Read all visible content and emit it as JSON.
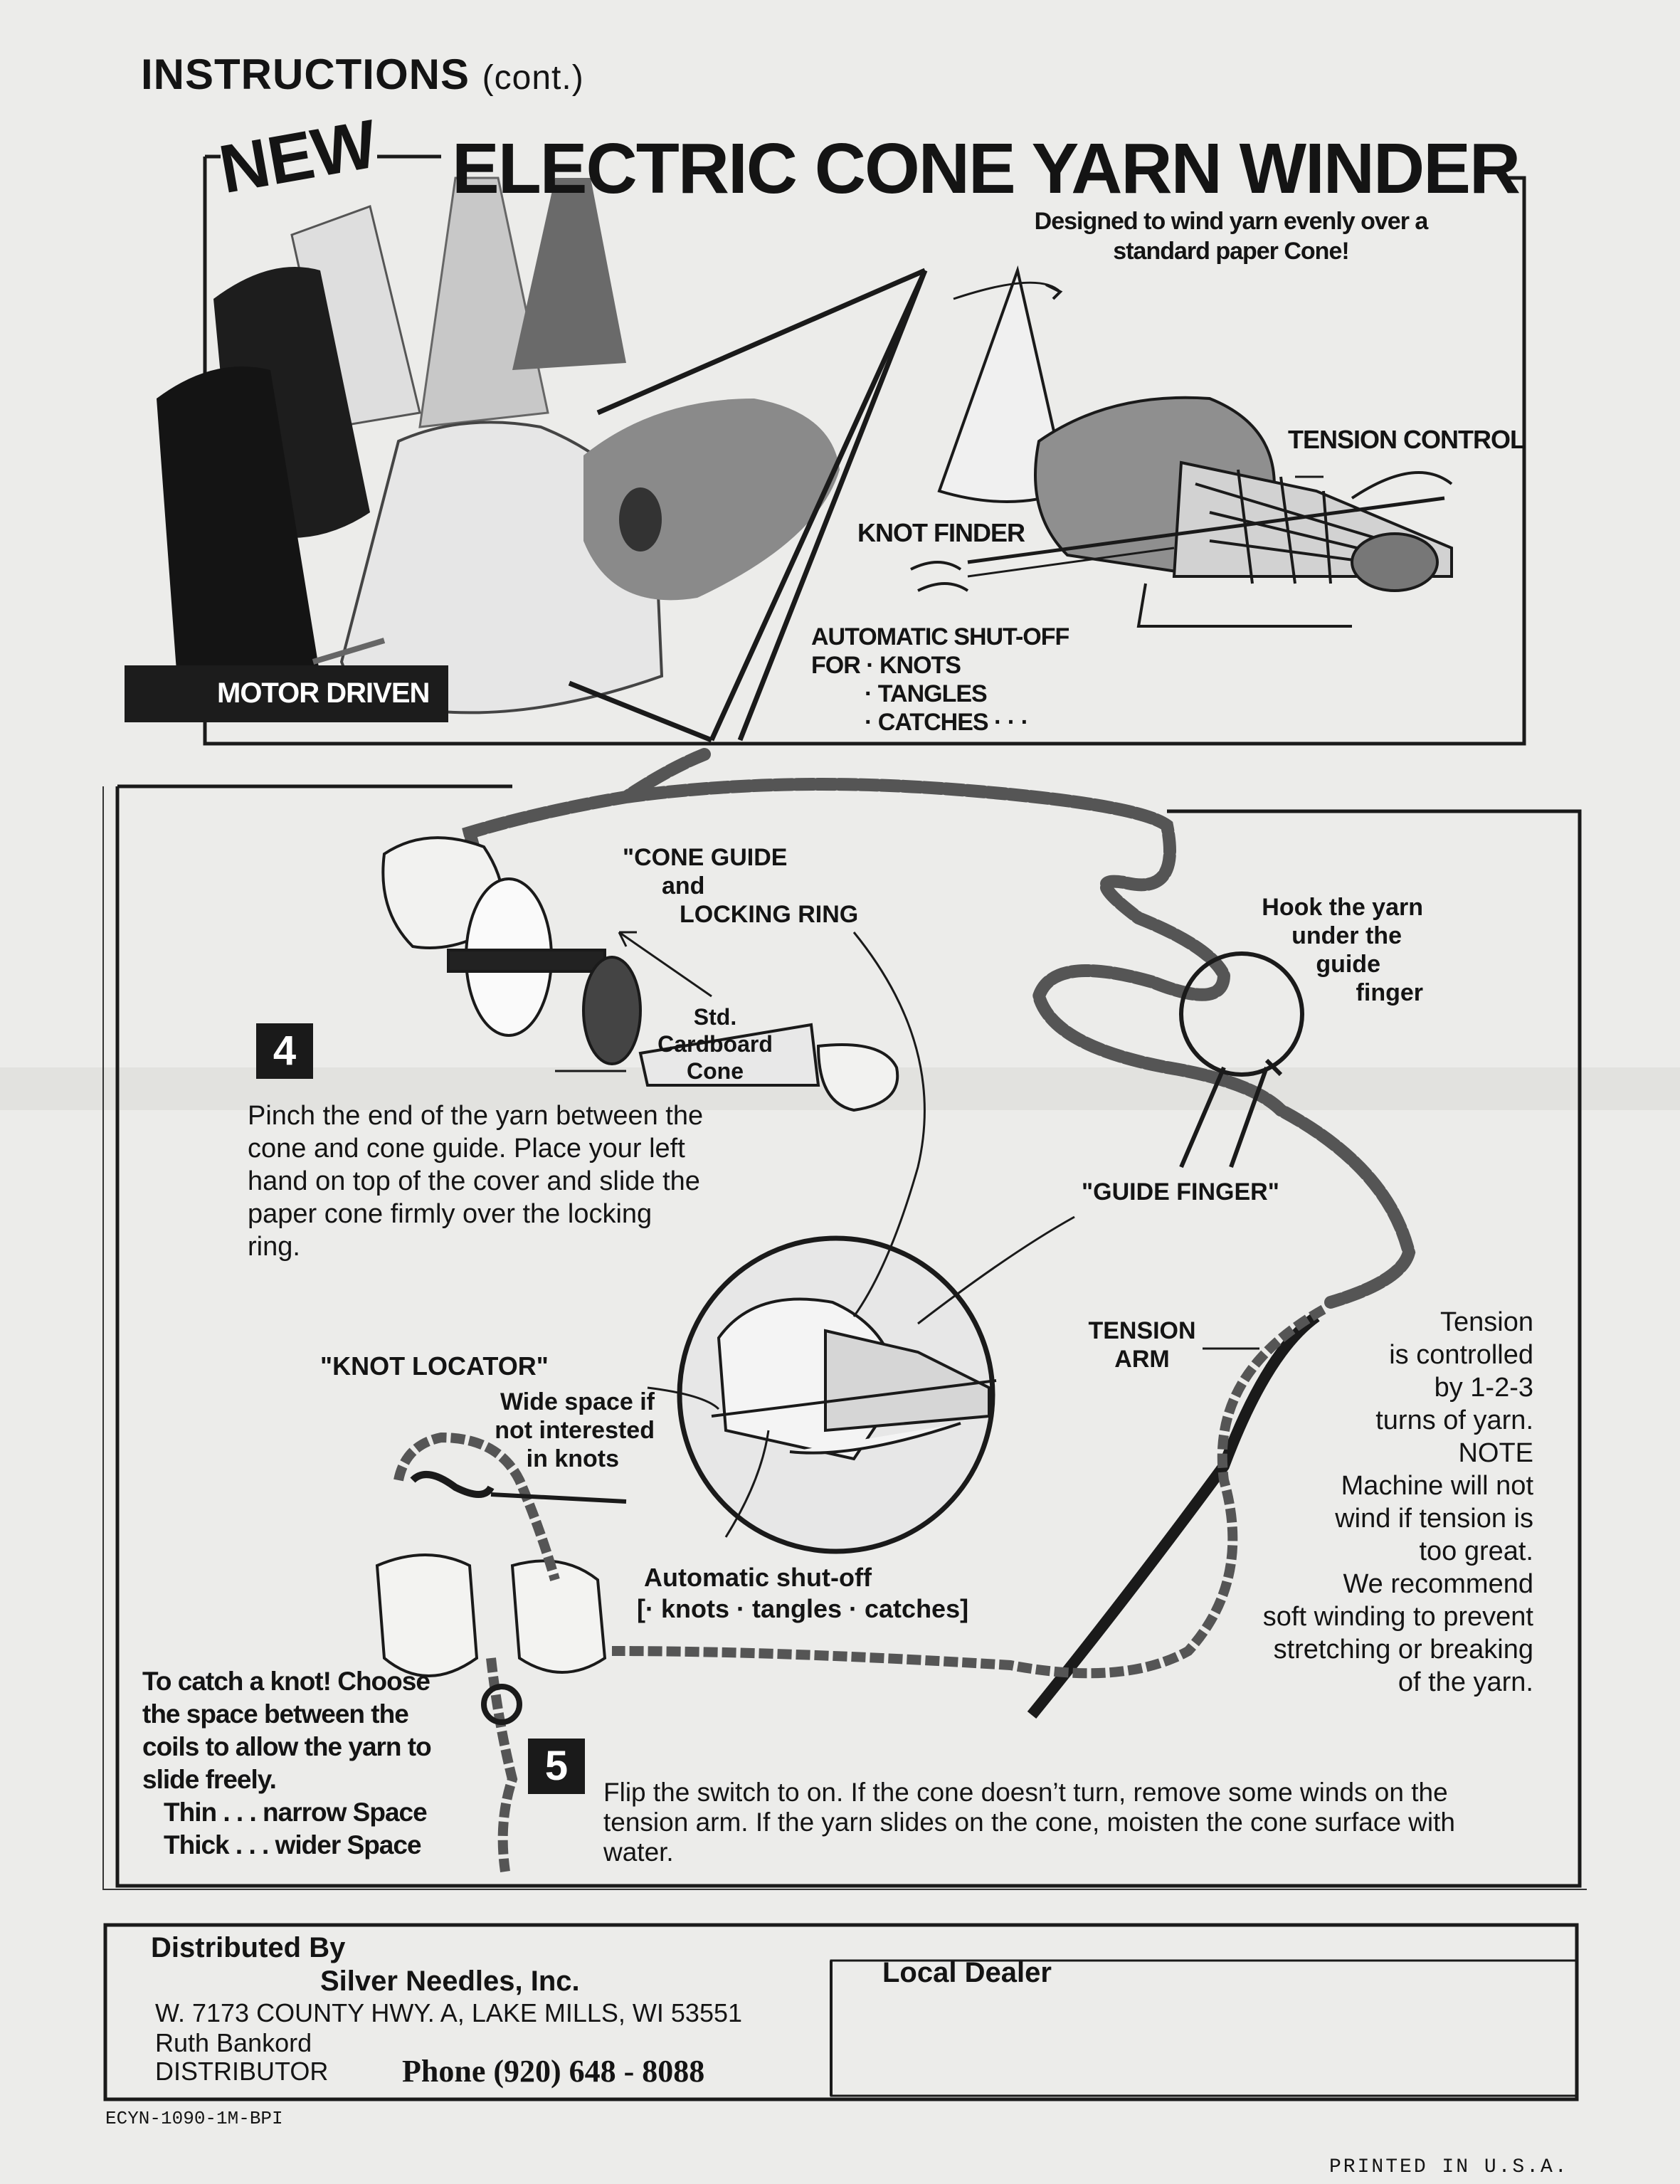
{
  "header": {
    "title": "INSTRUCTIONS",
    "title_suffix": "(cont.)"
  },
  "banner": {
    "new_label": "NEW",
    "product_title": "ELECTRIC CONE YARN WINDER",
    "subtitle_line1": "Designed to wind yarn evenly over a",
    "subtitle_line2": "standard paper Cone!",
    "motor_badge": "MOTOR DRIVEN",
    "tension_control": "TENSION CONTROL",
    "knot_finder": "KNOT FINDER",
    "shutoff_line1": "AUTOMATIC SHUT-OFF",
    "shutoff_line2": "FOR · KNOTS",
    "shutoff_line3": "· TANGLES",
    "shutoff_line4": "· CATCHES · · ·"
  },
  "diagram": {
    "cone_guide_line1": "\"CONE GUIDE",
    "cone_guide_line2": "and",
    "cone_guide_line3": "LOCKING RING",
    "std_cone_line1": "Std.",
    "std_cone_line2": "Cardboard",
    "std_cone_line3": "Cone",
    "hook_line1": "Hook the yarn",
    "hook_line2": "under the",
    "hook_line3": "guide",
    "hook_line4": "finger",
    "guide_finger": "\"GUIDE FINGER\"",
    "tension_arm_line1": "TENSION",
    "tension_arm_line2": "ARM",
    "knot_locator": "\"KNOT LOCATOR\"",
    "wide_space_line1": "Wide space if",
    "wide_space_line2": "not interested",
    "wide_space_line3": "in knots",
    "auto_shutoff_line1": "Automatic shut-off",
    "auto_shutoff_line2": "[· knots · tangles · catches]"
  },
  "step4": {
    "number": "4",
    "text_line1": "Pinch the end of the yarn between the",
    "text_line2": "cone and cone guide. Place your left",
    "text_line3": "hand on top of the cover and slide the",
    "text_line4": "paper cone firmly over the locking",
    "text_line5": "ring."
  },
  "tension_note": {
    "line1": "Tension",
    "line2": "is controlled",
    "line3": "by 1-2-3",
    "line4": "turns of yarn.",
    "line5": "NOTE",
    "line6": "Machine will not",
    "line7": "wind if tension is",
    "line8": "too great.",
    "line9": "We recommend",
    "line10": "soft winding to prevent",
    "line11": "stretching or breaking",
    "line12": "of the yarn."
  },
  "knot_tip": {
    "line1": "To catch a knot! Choose",
    "line2": "the space between the",
    "line3": "coils to allow the yarn to",
    "line4": "slide freely.",
    "line5": "Thin . . . narrow Space",
    "line6": "Thick . . . wider Space"
  },
  "step5": {
    "number": "5",
    "text_line1": "Flip the switch to on. If the cone doesn’t turn, remove some winds on the",
    "text_line2": "tension arm. If the yarn slides on the cone, moisten the cone surface with",
    "text_line3": "water."
  },
  "footer": {
    "distributed_by": "Distributed By",
    "company": "Silver Needles, Inc.",
    "address": "W. 7173 COUNTY HWY. A, LAKE MILLS, WI 53551",
    "contact": "Ruth Bankord",
    "role": "DISTRIBUTOR",
    "phone": "Phone  (920) 648 - 8088",
    "local_dealer": "Local Dealer",
    "code": "ECYN-1090-1M-BPI",
    "printed": "PRINTED IN U.S.A."
  }
}
